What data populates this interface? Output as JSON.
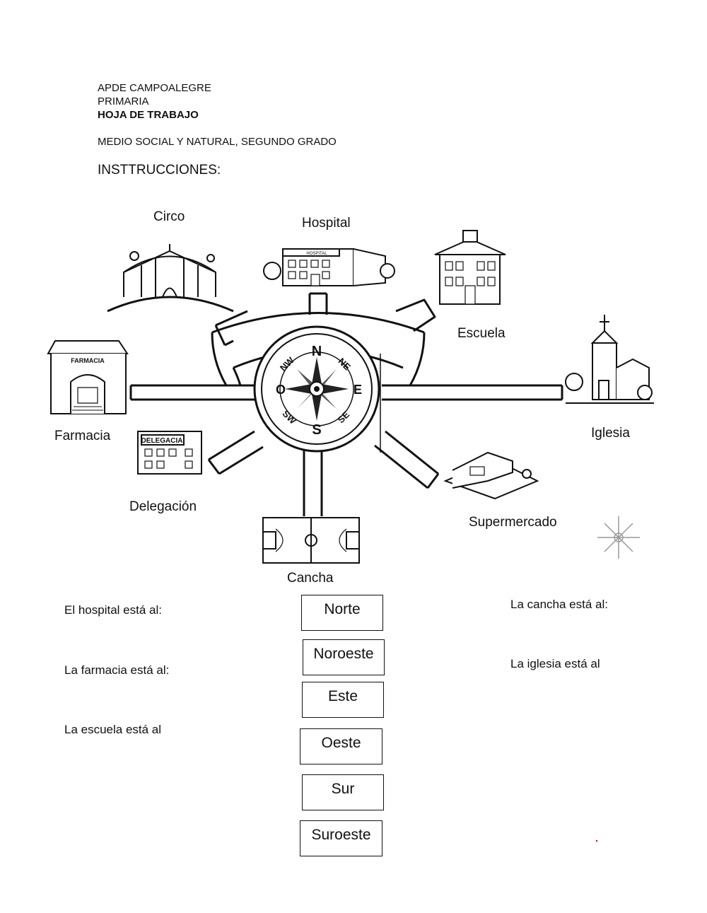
{
  "header": {
    "school": "APDE CAMPOALEGRE",
    "level": "PRIMARIA",
    "title": "HOJA DE TRABAJO",
    "subject": "MEDIO SOCIAL Y NATURAL, SEGUNDO  GRADO",
    "instructions": "INSTTRUCCIONES:"
  },
  "places": {
    "circo": "Circo",
    "hospital": "Hospital",
    "escuela": "Escuela",
    "iglesia": "Iglesia",
    "farmacia": "Farmacia",
    "delegacion": "Delegación",
    "supermercado": "Supermercado",
    "cancha": "Cancha"
  },
  "building_signs": {
    "farmacia": "FARMACIA",
    "delegacion": "DELEGACIA",
    "hospital": "HOSPITAL"
  },
  "compass": {
    "n": "N",
    "s": "S",
    "e": "E",
    "o": "O",
    "ne": "NE",
    "nw": "NW",
    "se": "SE",
    "sw": "SW"
  },
  "questions": {
    "hospital": "El hospital está al:",
    "farmacia": "La farmacia está al:",
    "escuela": "La escuela está al",
    "cancha": "La cancha está al:",
    "iglesia": "La iglesia está al"
  },
  "answers": [
    "Norte",
    "Noroeste",
    "Este",
    "Oeste",
    "Sur",
    "Suroeste"
  ]
}
